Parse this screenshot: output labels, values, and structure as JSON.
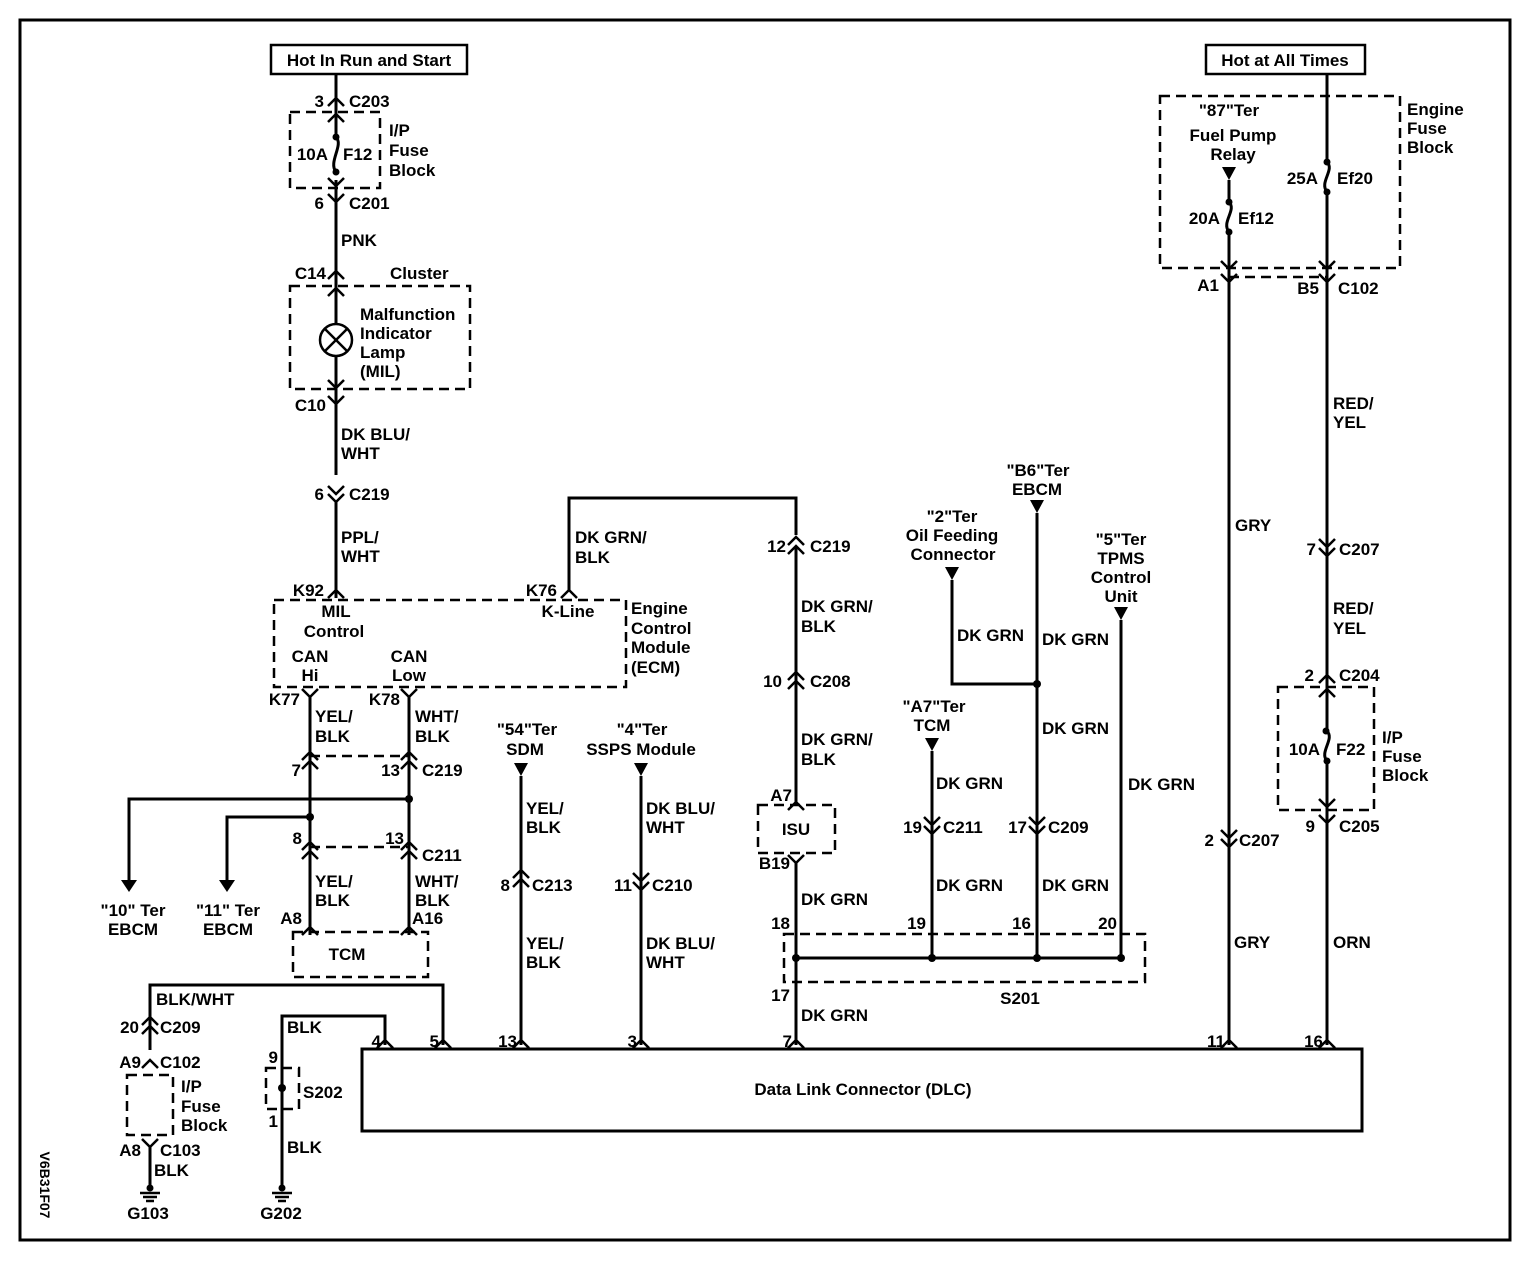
{
  "diagram_id": "V6B31F07",
  "power": {
    "hot_run_start": "Hot In Run and Start",
    "hot_all_times": "Hot at All Times"
  },
  "left_column": {
    "c203": {
      "pin": "3",
      "conn": "C203"
    },
    "ip_fuse_block_top": {
      "line1": "I/P",
      "line2": "Fuse",
      "line3": "Block",
      "amps": "10A",
      "fuse": "F12"
    },
    "c201": {
      "pin": "6",
      "conn": "C201"
    },
    "wire_pnk": "PNK",
    "cluster": {
      "title": "Cluster",
      "c14": "C14",
      "c10": "C10",
      "lamp_l1": "Malfunction",
      "lamp_l2": "Indicator",
      "lamp_l3": "Lamp",
      "lamp_l4": "(MIL)"
    },
    "wire_dkblu_wht": {
      "l1": "DK BLU/",
      "l2": "WHT"
    },
    "c219_6": {
      "pin": "6",
      "conn": "C219"
    },
    "wire_ppl_wht": {
      "l1": "PPL/",
      "l2": "WHT"
    }
  },
  "ecm": {
    "k92": "K92",
    "k76": "K76",
    "k77": "K77",
    "k78": "K78",
    "mil_l1": "MIL",
    "mil_l2": "Control",
    "kline": "K-Line",
    "can_hi_l1": "CAN",
    "can_hi_l2": "Hi",
    "can_low_l1": "CAN",
    "can_low_l2": "Low",
    "name_l1": "Engine",
    "name_l2": "Control",
    "name_l3": "Module",
    "name_l4": "(ECM)"
  },
  "kline_wire": {
    "l1": "DK GRN/",
    "l2": "BLK"
  },
  "can": {
    "yel_blk": {
      "l1": "YEL/",
      "l2": "BLK"
    },
    "wht_blk": {
      "l1": "WHT/",
      "l2": "BLK"
    },
    "c219_7": "7",
    "c219_13": "13",
    "c219": "C219",
    "c211_8": "8",
    "c211_13": "13",
    "c211": "C211",
    "ebcm10": {
      "l1": "\"10\" Ter",
      "l2": "EBCM"
    },
    "ebcm11": {
      "l1": "\"11\" Ter",
      "l2": "EBCM"
    },
    "tcm": {
      "name": "TCM",
      "a8": "A8",
      "a16": "A16"
    }
  },
  "ground_left": {
    "wire_blk_wht": "BLK/WHT",
    "c209": {
      "pin": "20",
      "conn": "C209"
    },
    "c102": {
      "pin": "A9",
      "conn": "C102"
    },
    "ip_fuse_block": {
      "line1": "I/P",
      "line2": "Fuse",
      "line3": "Block"
    },
    "c103": {
      "pin": "A8",
      "conn": "C103"
    },
    "wire_blk": "BLK",
    "ground": "G103"
  },
  "ground_s202": {
    "wire_top": "BLK",
    "pin9": "9",
    "pin1": "1",
    "splice": "S202",
    "wire_bottom": "BLK",
    "ground": "G202"
  },
  "sdm": {
    "l1": "\"54\"Ter",
    "l2": "SDM",
    "wire1": {
      "l1": "YEL/",
      "l2": "BLK"
    },
    "c213": {
      "pin": "8",
      "conn": "C213"
    },
    "wire2": {
      "l1": "YEL/",
      "l2": "BLK"
    }
  },
  "ssps": {
    "l1": "\"4\"Ter",
    "l2": "SSPS Module",
    "wire1": {
      "l1": "DK BLU/",
      "l2": "WHT"
    },
    "c210": {
      "pin": "11",
      "conn": "C210"
    },
    "wire2": {
      "l1": "DK BLU/",
      "l2": "WHT"
    }
  },
  "isu_branch": {
    "c219": {
      "pin": "12",
      "conn": "C219"
    },
    "wire1": {
      "l1": "DK GRN/",
      "l2": "BLK"
    },
    "c208": {
      "pin": "10",
      "conn": "C208"
    },
    "wire2": {
      "l1": "DK GRN/",
      "l2": "BLK"
    },
    "a7": "A7",
    "isu": "ISU",
    "b19": "B19",
    "wire3": "DK GRN",
    "wire4": "DK GRN"
  },
  "dkgrn_bus": {
    "oil_feed": {
      "l1": "\"2\"Ter",
      "l2": "Oil Feeding",
      "l3": "Connector"
    },
    "ebcm_b6": {
      "l1": "\"B6\"Ter",
      "l2": "EBCM"
    },
    "tpms": {
      "l1": "\"5\"Ter",
      "l2": "TPMS",
      "l3": "Control",
      "l4": "Unit"
    },
    "tcm_a7": {
      "l1": "\"A7\"Ter",
      "l2": "TCM"
    },
    "wire": "DK GRN",
    "c211": {
      "pin": "19",
      "conn": "C211"
    },
    "c209": {
      "pin": "17",
      "conn": "C209"
    }
  },
  "s201": {
    "name": "S201",
    "p18": "18",
    "p19": "19",
    "p16": "16",
    "p20": "20",
    "p17": "17"
  },
  "engine_fuse_block": {
    "l1": "Engine",
    "l2": "Fuse",
    "l3": "Block",
    "relay": {
      "l1": "\"87\"Ter",
      "l2": "Fuel Pump",
      "l3": "Relay"
    },
    "ef12": {
      "amps": "20A",
      "fuse": "Ef12"
    },
    "ef20": {
      "amps": "25A",
      "fuse": "Ef20"
    },
    "a1": "A1",
    "b5": "B5",
    "c102": "C102"
  },
  "right_wires": {
    "gry": "GRY",
    "red_yel": {
      "l1": "RED/",
      "l2": "YEL"
    },
    "c207_7": {
      "pin": "7",
      "conn": "C207"
    },
    "c204": {
      "pin": "2",
      "conn": "C204"
    },
    "ip_fuse": {
      "amps": "10A",
      "fuse": "F22",
      "l1": "I/P",
      "l2": "Fuse",
      "l3": "Block"
    },
    "c205": {
      "pin": "9",
      "conn": "C205"
    },
    "c207_2": {
      "pin": "2",
      "conn": "C207"
    },
    "orn": "ORN"
  },
  "dlc": {
    "name": "Data Link Connector (DLC)",
    "pins": {
      "p4": "4",
      "p5": "5",
      "p13": "13",
      "p3": "3",
      "p7": "7",
      "p11": "11",
      "p16": "16"
    }
  }
}
